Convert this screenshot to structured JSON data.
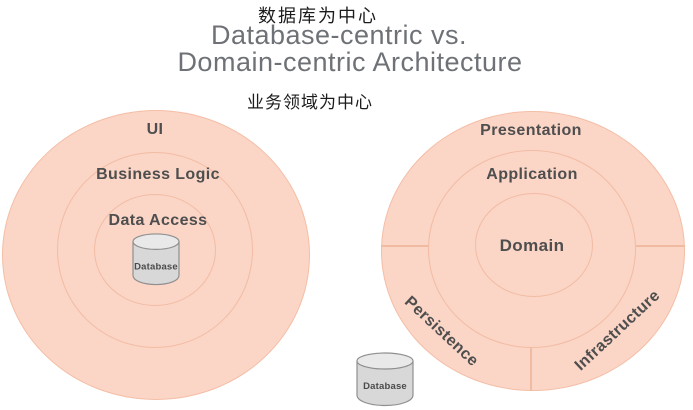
{
  "header": {
    "caption_top": "数据库为中心",
    "title_line1": "Database-centric vs.",
    "title_line2": "Domain-centric Architecture",
    "caption_bottom": "业务领域为中心"
  },
  "left_diagram": {
    "ring_labels": {
      "outer": "UI",
      "middle": "Business Logic",
      "inner": "Data Access"
    },
    "database_label": "Database"
  },
  "right_diagram": {
    "ring_labels": {
      "outer": "Presentation",
      "middle": "Application",
      "inner": "Domain"
    },
    "segment_labels": {
      "bottom_left": "Persistence",
      "bottom_right": "Infrastructure"
    },
    "database_label": "Database"
  },
  "colors": {
    "circle_fill": "#fbd5c6",
    "circle_stroke": "#f2bca3",
    "label_text": "#4e4e4e",
    "title_text": "#6e7276",
    "caption_text": "#1c1c1c",
    "cylinder_body": "#d8d8d8",
    "cylinder_top": "#e9e9e9",
    "cylinder_stroke": "#8f8f8f"
  }
}
